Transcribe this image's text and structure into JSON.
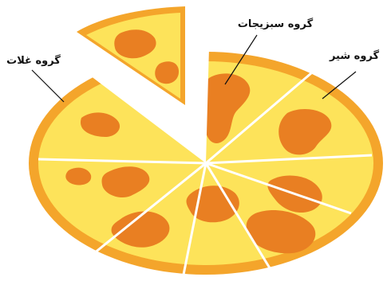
{
  "labels": {
    "vegetables": "گروه سبزیجات",
    "dairy": "گروه شیر",
    "grains": "گروه غلات"
  },
  "colors": {
    "crust": "#f4a52b",
    "cheese": "#fde35a",
    "topping": "#e97f22",
    "cut_lines": "#ffffff",
    "text": "#111111"
  }
}
